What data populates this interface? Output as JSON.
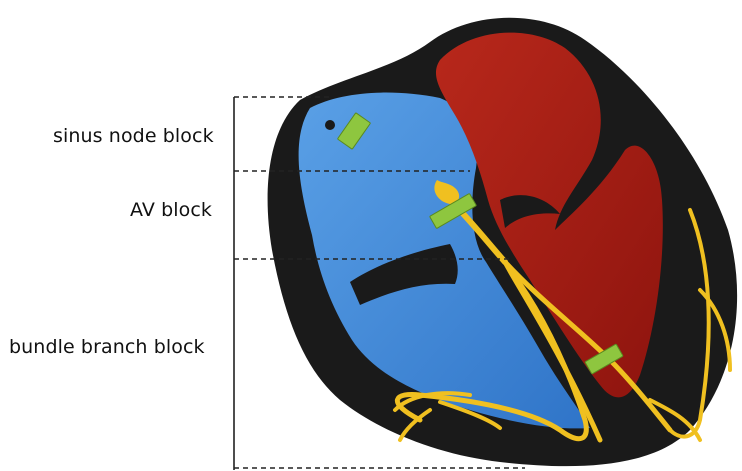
{
  "labels": {
    "sinus_node_block": "sinus node block",
    "av_block": "AV block",
    "bundle_branch_block": "bundle branch block"
  },
  "colors": {
    "heart_outline": "#1a1a1a",
    "right_side": "#3b82d6",
    "left_side": "#a51f14",
    "conduction_system": "#f0c020",
    "block_marker": "#8ec63f",
    "guide_lines": "#222222"
  }
}
